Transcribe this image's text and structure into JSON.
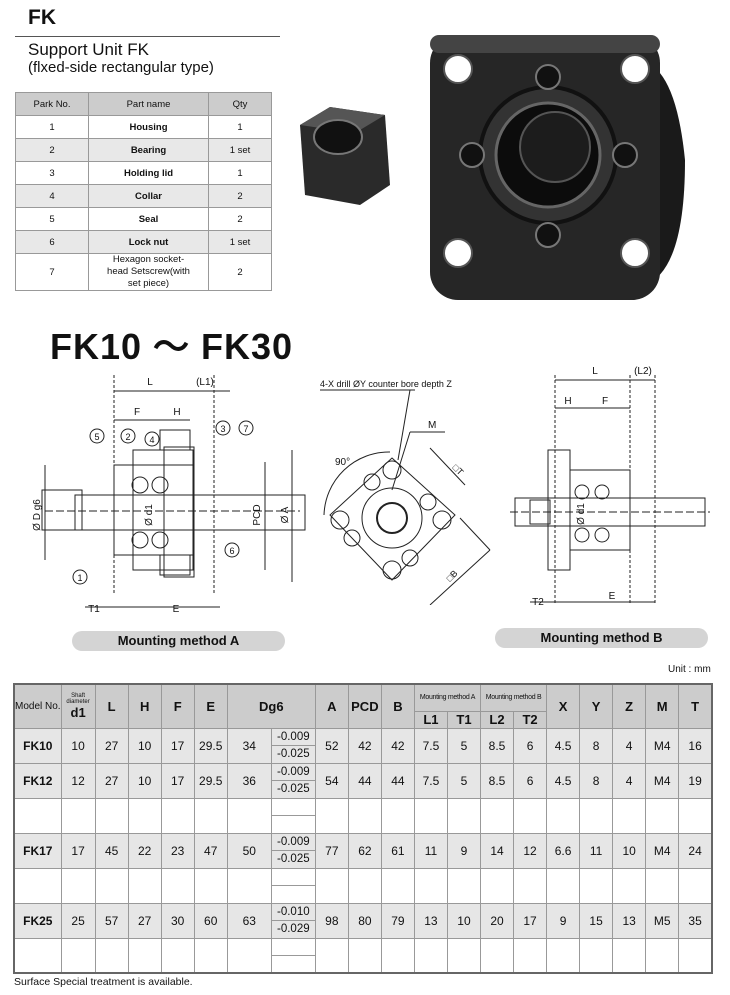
{
  "header": {
    "code": "FK",
    "title": "Support Unit FK",
    "subtitle": "(flxed-side rectangular type)"
  },
  "parts": {
    "headers": [
      "Park No.",
      "Part name",
      "Qty"
    ],
    "rows": [
      [
        "1",
        "Housing",
        "1"
      ],
      [
        "2",
        "Bearing",
        "1 set"
      ],
      [
        "3",
        "Holding lid",
        "1"
      ],
      [
        "4",
        "Collar",
        "2"
      ],
      [
        "5",
        "Seal",
        "2"
      ],
      [
        "6",
        "Lock nut",
        "1 set"
      ],
      [
        "7",
        "Hexagon socket-head Setscrew(with set piece)",
        "2"
      ]
    ]
  },
  "range_title": "FK10 ～ FK30",
  "diagrams": {
    "a": {
      "caption": "Mounting method A",
      "labels": [
        "L",
        "(L1)",
        "F",
        "H",
        "Ø D g6",
        "Ø d1",
        "PCD",
        "Ø A",
        "T1",
        "E"
      ],
      "callouts": [
        "1",
        "2",
        "3",
        "4",
        "5",
        "6",
        "7"
      ]
    },
    "front": {
      "note": "4-X drill ØY counter bore depth Z",
      "labels": [
        "M",
        "90°",
        "□T",
        "□B"
      ]
    },
    "b": {
      "caption": "Mounting method B",
      "labels": [
        "L",
        "(L2)",
        "H",
        "F",
        "Ø d1",
        "T2",
        "E"
      ]
    }
  },
  "unit": "Unit : mm",
  "spec": {
    "headers": {
      "model": "Model No.",
      "shaft": "Shaft diameter",
      "d1": "d1",
      "L": "L",
      "H": "H",
      "F": "F",
      "E": "E",
      "Dg6": "Dg6",
      "A": "A",
      "PCD": "PCD",
      "B": "B",
      "ma": "Mounting method A",
      "mb": "Mounting method B",
      "L1": "L1",
      "T1": "T1",
      "L2": "L2",
      "T2": "T2",
      "X": "X",
      "Y": "Y",
      "Z": "Z",
      "M": "M",
      "T": "T"
    },
    "rows": [
      {
        "model": "FK10",
        "d1": "10",
        "L": "27",
        "H": "10",
        "F": "17",
        "E": "29.5",
        "D": "34",
        "tu": "-0.009",
        "tl": "-0.025",
        "A": "52",
        "PCD": "42",
        "B": "42",
        "L1": "7.5",
        "T1": "5",
        "L2": "8.5",
        "T2": "6",
        "X": "4.5",
        "Y": "8",
        "Z": "4",
        "M": "M4",
        "T": "16"
      },
      {
        "model": "FK12",
        "d1": "12",
        "L": "27",
        "H": "10",
        "F": "17",
        "E": "29.5",
        "D": "36",
        "tu": "-0.009",
        "tl": "-0.025",
        "A": "54",
        "PCD": "44",
        "B": "44",
        "L1": "7.5",
        "T1": "5",
        "L2": "8.5",
        "T2": "6",
        "X": "4.5",
        "Y": "8",
        "Z": "4",
        "M": "M4",
        "T": "19"
      },
      {
        "blank": true
      },
      {
        "model": "FK17",
        "d1": "17",
        "L": "45",
        "H": "22",
        "F": "23",
        "E": "47",
        "D": "50",
        "tu": "-0.009",
        "tl": "-0.025",
        "A": "77",
        "PCD": "62",
        "B": "61",
        "L1": "11",
        "T1": "9",
        "L2": "14",
        "T2": "12",
        "X": "6.6",
        "Y": "11",
        "Z": "10",
        "M": "M4",
        "T": "24"
      },
      {
        "blank": true
      },
      {
        "model": "FK25",
        "d1": "25",
        "L": "57",
        "H": "27",
        "F": "30",
        "E": "60",
        "D": "63",
        "tu": "-0.010",
        "tl": "-0.029",
        "A": "98",
        "PCD": "80",
        "B": "79",
        "L1": "13",
        "T1": "10",
        "L2": "20",
        "T2": "17",
        "X": "9",
        "Y": "15",
        "Z": "13",
        "M": "M5",
        "T": "35"
      },
      {
        "blank": true
      }
    ]
  },
  "footnote": "Surface Special treatment is available."
}
